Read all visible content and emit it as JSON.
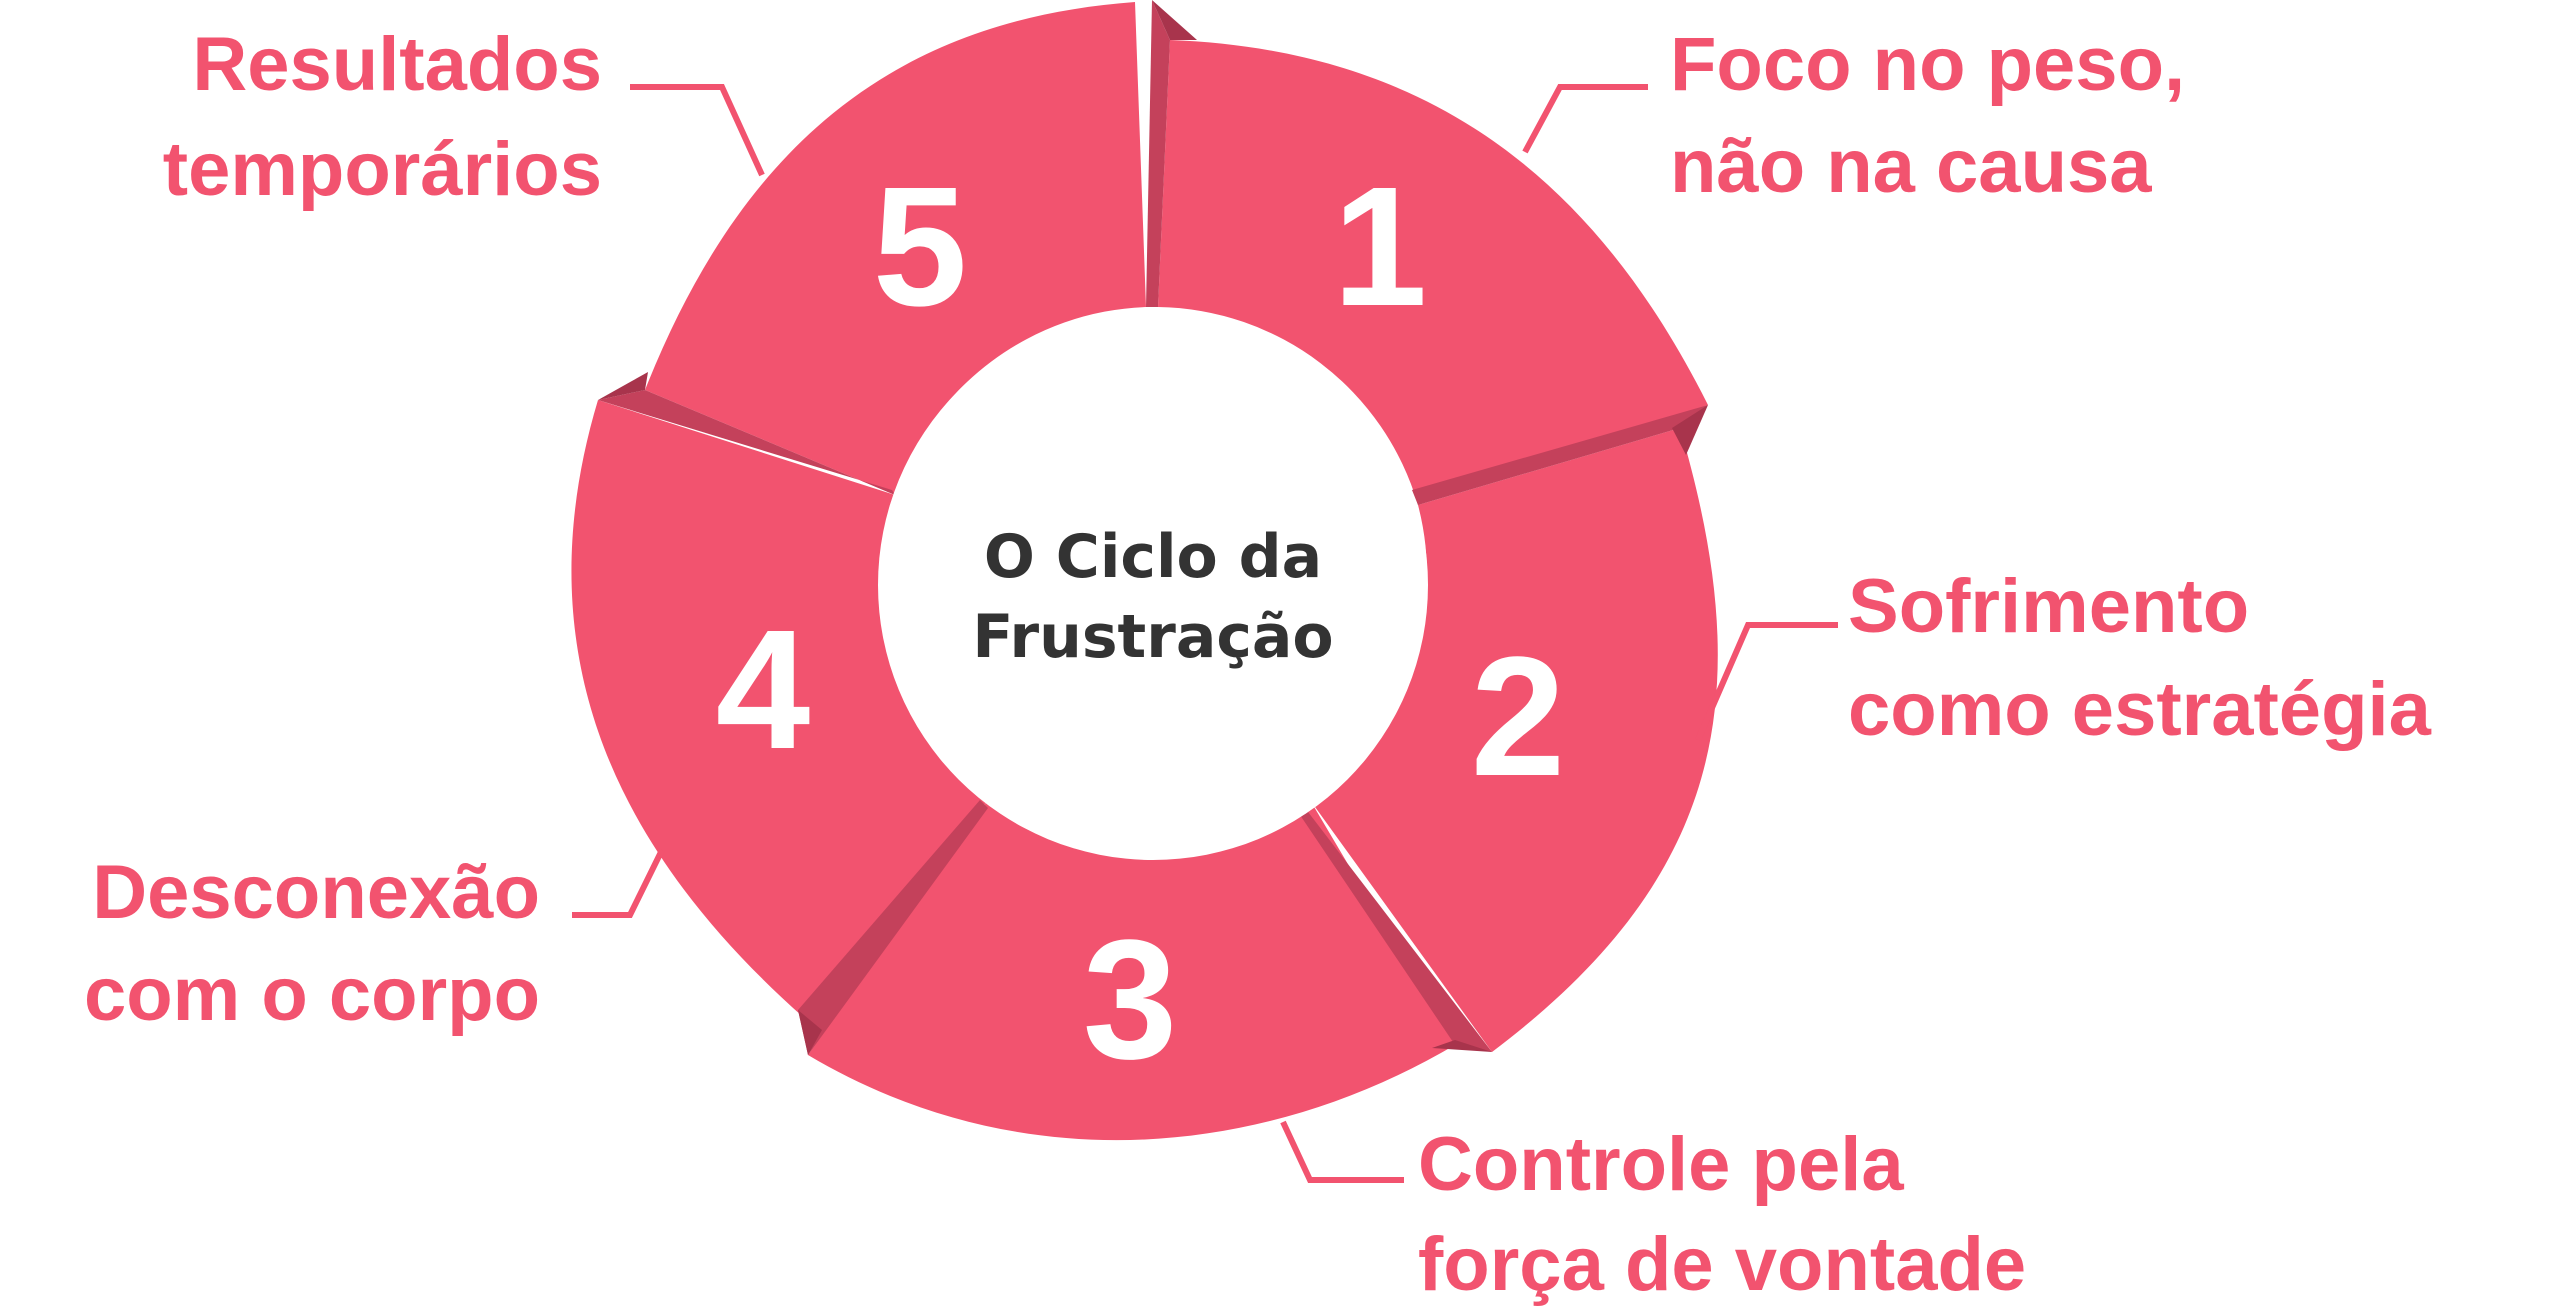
{
  "center_title": {
    "line1": "O Ciclo da",
    "line2": "Frustração"
  },
  "colors": {
    "segment": "#f2536f",
    "segment_shadow": "#c4415b",
    "label": "#f2536f",
    "number": "#ffffff",
    "center_text": "#333333"
  },
  "steps": [
    {
      "number": "1",
      "line1": "Foco no peso,",
      "line2": "não na causa"
    },
    {
      "number": "2",
      "line1": "Sofrimento",
      "line2": "como estratégia"
    },
    {
      "number": "3",
      "line1": "Controle pela",
      "line2": "força de vontade"
    },
    {
      "number": "4",
      "line1": "Desconexão",
      "line2": "com o corpo"
    },
    {
      "number": "5",
      "line1": "Resultados",
      "line2": "temporários"
    }
  ]
}
